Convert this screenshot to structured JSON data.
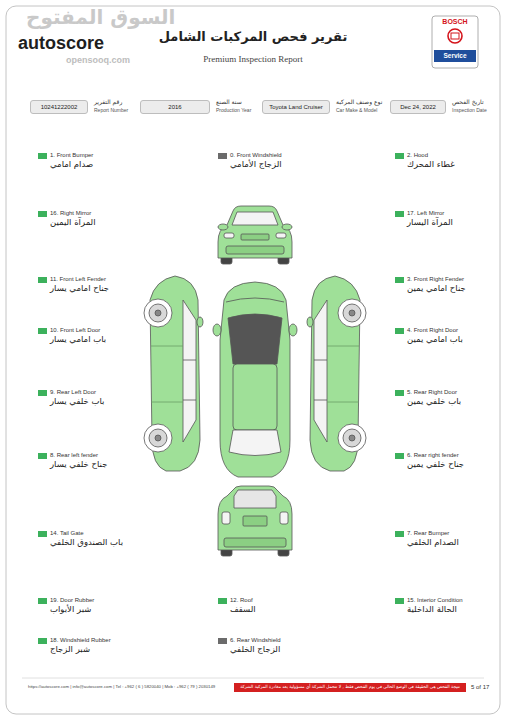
{
  "diagram": {
    "title": "تقرير فحص المركبات الشامل",
    "nodes": [
      {
        "text": [
          "10241222002"
        ]
      },
      {
        "text": [
          "2016"
        ]
      },
      {
        "text": [
          "Toyota Land Cruiser"
        ]
      },
      {
        "text": [
          "Dec 24, 2022"
        ]
      }
    ],
    "labels": [
      "autoscore",
      "السوق المفتوح",
      "opensooq.com",
      "Premium Inspection Report",
      "BOSCH",
      "Service",
      "رقم التقرير",
      "Report Number",
      "سنة الصنع",
      "Production Year",
      "نوع وصنف المركبة",
      "Car Make & Model",
      "تاريخ الفحص",
      "Inspection Date",
      "صدام امامي",
      "الزجاج الأمامي",
      "غطاء المحرك",
      "المرآة اليمين",
      "المرآة اليسار",
      "جناح امامي يسار",
      "جناح امامي يمين",
      "باب امامي يسار",
      "باب امامي يمين",
      "باب خلفي يسار",
      "باب خلفي يمين",
      "جناح خلفي يسار",
      "جناح خلفي يمين",
      "باب الصندوق الخلفي",
      "الصدام الخلفي",
      "شبر الأبواب",
      "السقف",
      "الحالة الداخلية",
      "شبر الزجاج",
      "الزجاج الخلفي",
      "https://autoscore.com | info@autoscore.com | Tel : +962 ( 6 ) 5820040 | Mob : +962 ( 79 ) 2030149",
      "نتيجة الفحص هي الحقيقة في الوضع الحالي في يوم الفحص فقط , لا تتحمل الشركة أي مسؤولية بعد مغادرة المركبة الشركة",
      "5 of 17"
    ],
    "legend": [
      {
        "text": "1. Front Bumper",
        "color": "#3cb15c"
      },
      {
        "text": "0. Front Windshield",
        "color": "#6b6b6b"
      },
      {
        "text": "2. Hood",
        "color": "#3cb15c"
      },
      {
        "text": "16. Right Mirror",
        "color": "#3cb15c"
      },
      {
        "text": "17. Left Mirror",
        "color": "#3cb15c"
      },
      {
        "text": "11. Front Left Fender",
        "color": "#3cb15c"
      },
      {
        "text": "3. Front Right Fender",
        "color": "#3cb15c"
      },
      {
        "text": "10. Front Left Door",
        "color": "#3cb15c"
      },
      {
        "text": "4. Front Right Door",
        "color": "#3cb15c"
      },
      {
        "text": "9. Rear Left Door",
        "color": "#3cb15c"
      },
      {
        "text": "5. Rear Right Door",
        "color": "#3cb15c"
      },
      {
        "text": "8. Rear left fender",
        "color": "#3cb15c"
      },
      {
        "text": "6. Rear right fender",
        "color": "#3cb15c"
      },
      {
        "text": "14. Tail Gate",
        "color": "#3cb15c"
      },
      {
        "text": "7. Rear Bumper",
        "color": "#3cb15c"
      },
      {
        "text": "19. Door Rubber",
        "color": "#3cb15c"
      },
      {
        "text": "12. Roof",
        "color": "#3cb15c"
      },
      {
        "text": "15. Interior Condition",
        "color": "#3cb15c"
      },
      {
        "text": "18. Windshield Rubber",
        "color": "#3cb15c"
      },
      {
        "text": "6. Rear Windshield",
        "color": "#6b6b6b"
      }
    ]
  }
}
